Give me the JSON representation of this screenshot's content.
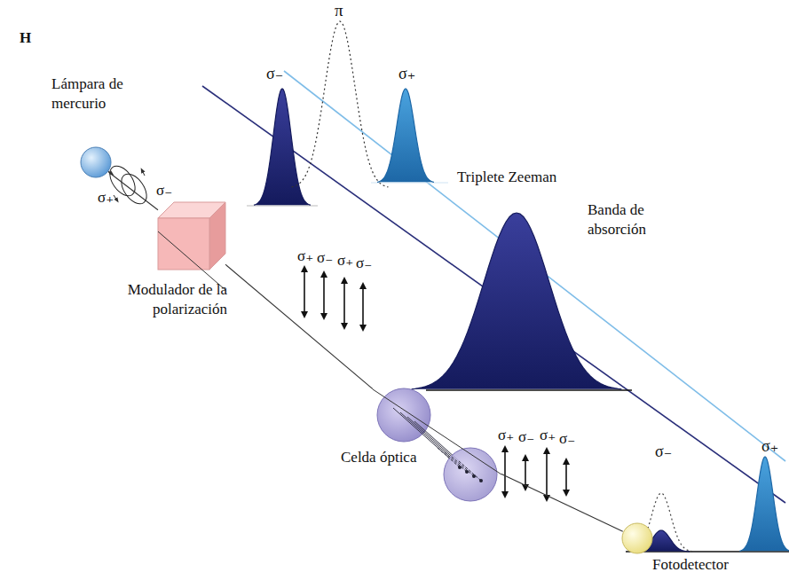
{
  "diagram": {
    "nodes": [
      {
        "text": [
          "Lámpara de mercurio"
        ]
      },
      {
        "text": [
          "Modulador de la polarización"
        ]
      },
      {
        "text": [
          "Celda óptica"
        ]
      },
      {
        "text": [
          "Fotodetector"
        ]
      }
    ],
    "edges": [
      {
        "from": 0,
        "to": 1,
        "arrow": "none"
      },
      {
        "from": 1,
        "to": 2,
        "arrow": "none"
      },
      {
        "from": 2,
        "to": 3,
        "arrow": "none"
      }
    ],
    "labels": [
      "H",
      "σ₊",
      "σ₋",
      "π",
      "σ₋",
      "σ₊",
      "Triplete Zeeman",
      "Banda de absorción",
      "σ₊",
      "σ₋",
      "σ₊",
      "σ₋",
      "σ₊",
      "σ₋",
      "σ₊",
      "σ₋",
      "σ₋",
      "σ₊"
    ]
  }
}
